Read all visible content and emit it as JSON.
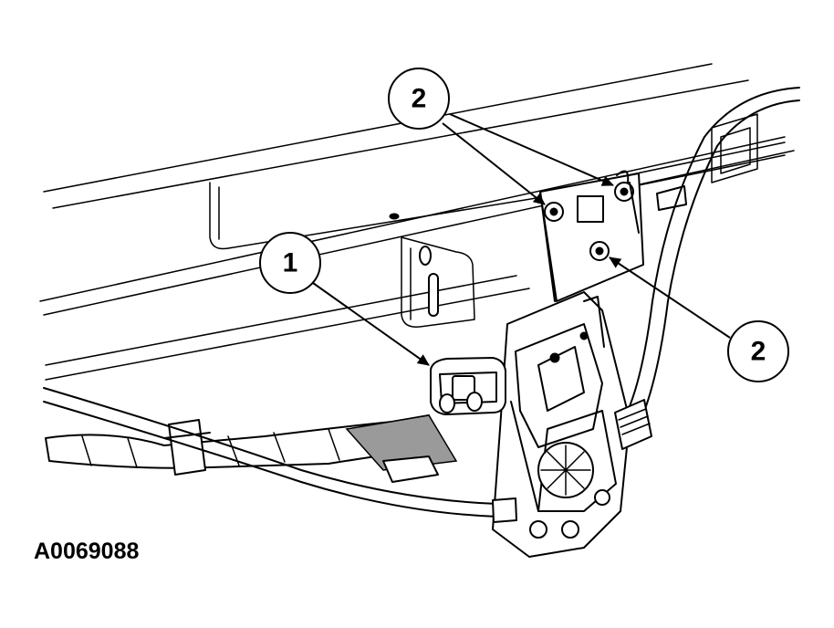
{
  "figure_id": "A0069088",
  "callouts": [
    {
      "label": "1"
    },
    {
      "label": "2"
    },
    {
      "label": "2"
    }
  ]
}
